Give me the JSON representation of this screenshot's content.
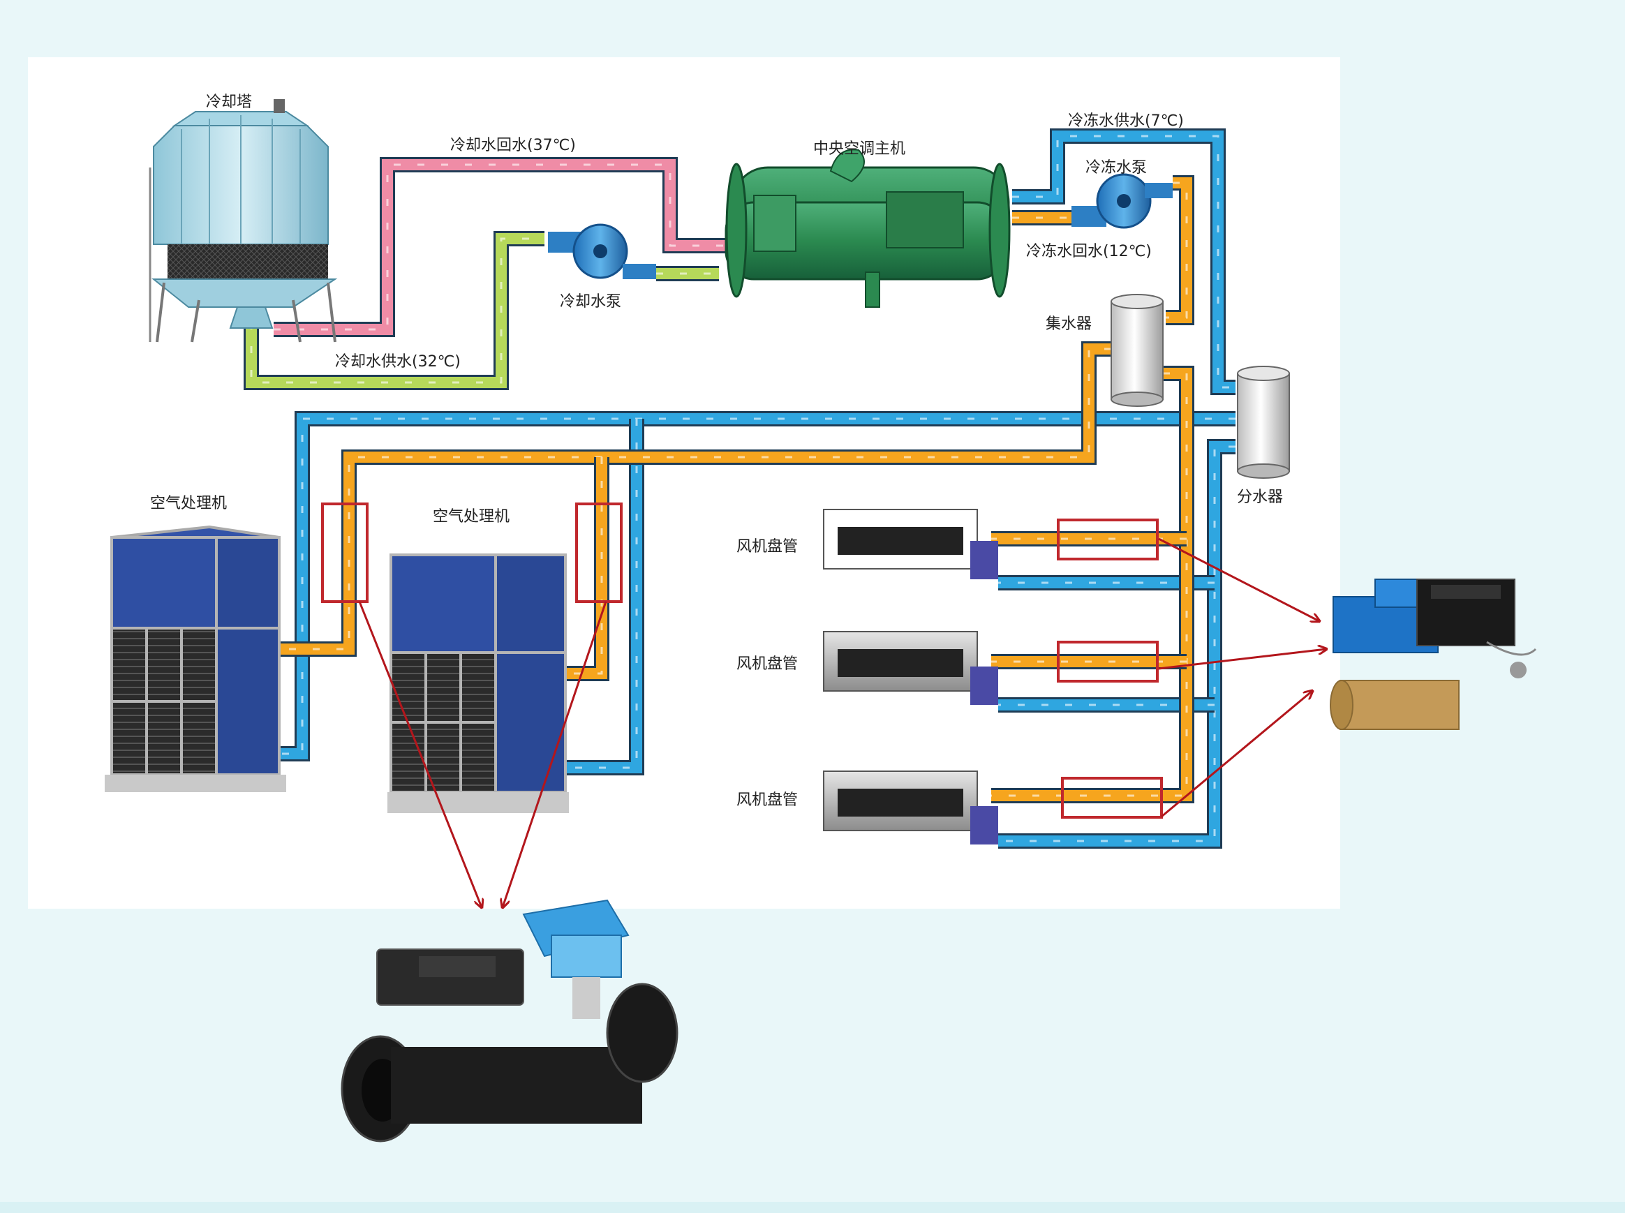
{
  "labels": {
    "cooling_tower": "冷却塔",
    "cooling_return": "冷却水回水(37℃)",
    "cooling_supply": "冷却水供水(32℃)",
    "cooling_pump": "冷却水泵",
    "chiller": "中央空调主机",
    "chilled_supply": "冷冻水供水(7℃)",
    "chilled_pump": "冷冻水泵",
    "chilled_return": "冷冻水回水(12℃)",
    "collector": "集水器",
    "distributor": "分水器",
    "ahu1": "空气处理机",
    "ahu2": "空气处理机",
    "fcu1": "风机盘管",
    "fcu2": "风机盘管",
    "fcu3": "风机盘管"
  },
  "colors": {
    "chilled_supply_pipe": "#2fa6e0",
    "chilled_return_pipe": "#f6a51e",
    "cooling_return_pipe": "#ef8ca6",
    "cooling_supply_pipe": "#b6d95a",
    "chiller_body": "#2e8a4f",
    "highlight_box": "#c0282d",
    "pointer_arrow": "#b3161c"
  },
  "icons": {
    "cooling_tower": "cooling-tower-icon",
    "pump": "centrifugal-pump-icon",
    "chiller": "chiller-unit-icon",
    "tank": "header-tank-icon",
    "ahu": "air-handling-unit-icon",
    "fcu": "fan-coil-unit-icon",
    "flange_valve": "flange-energy-valve-icon",
    "threaded_valve": "threaded-energy-valve-icon"
  }
}
